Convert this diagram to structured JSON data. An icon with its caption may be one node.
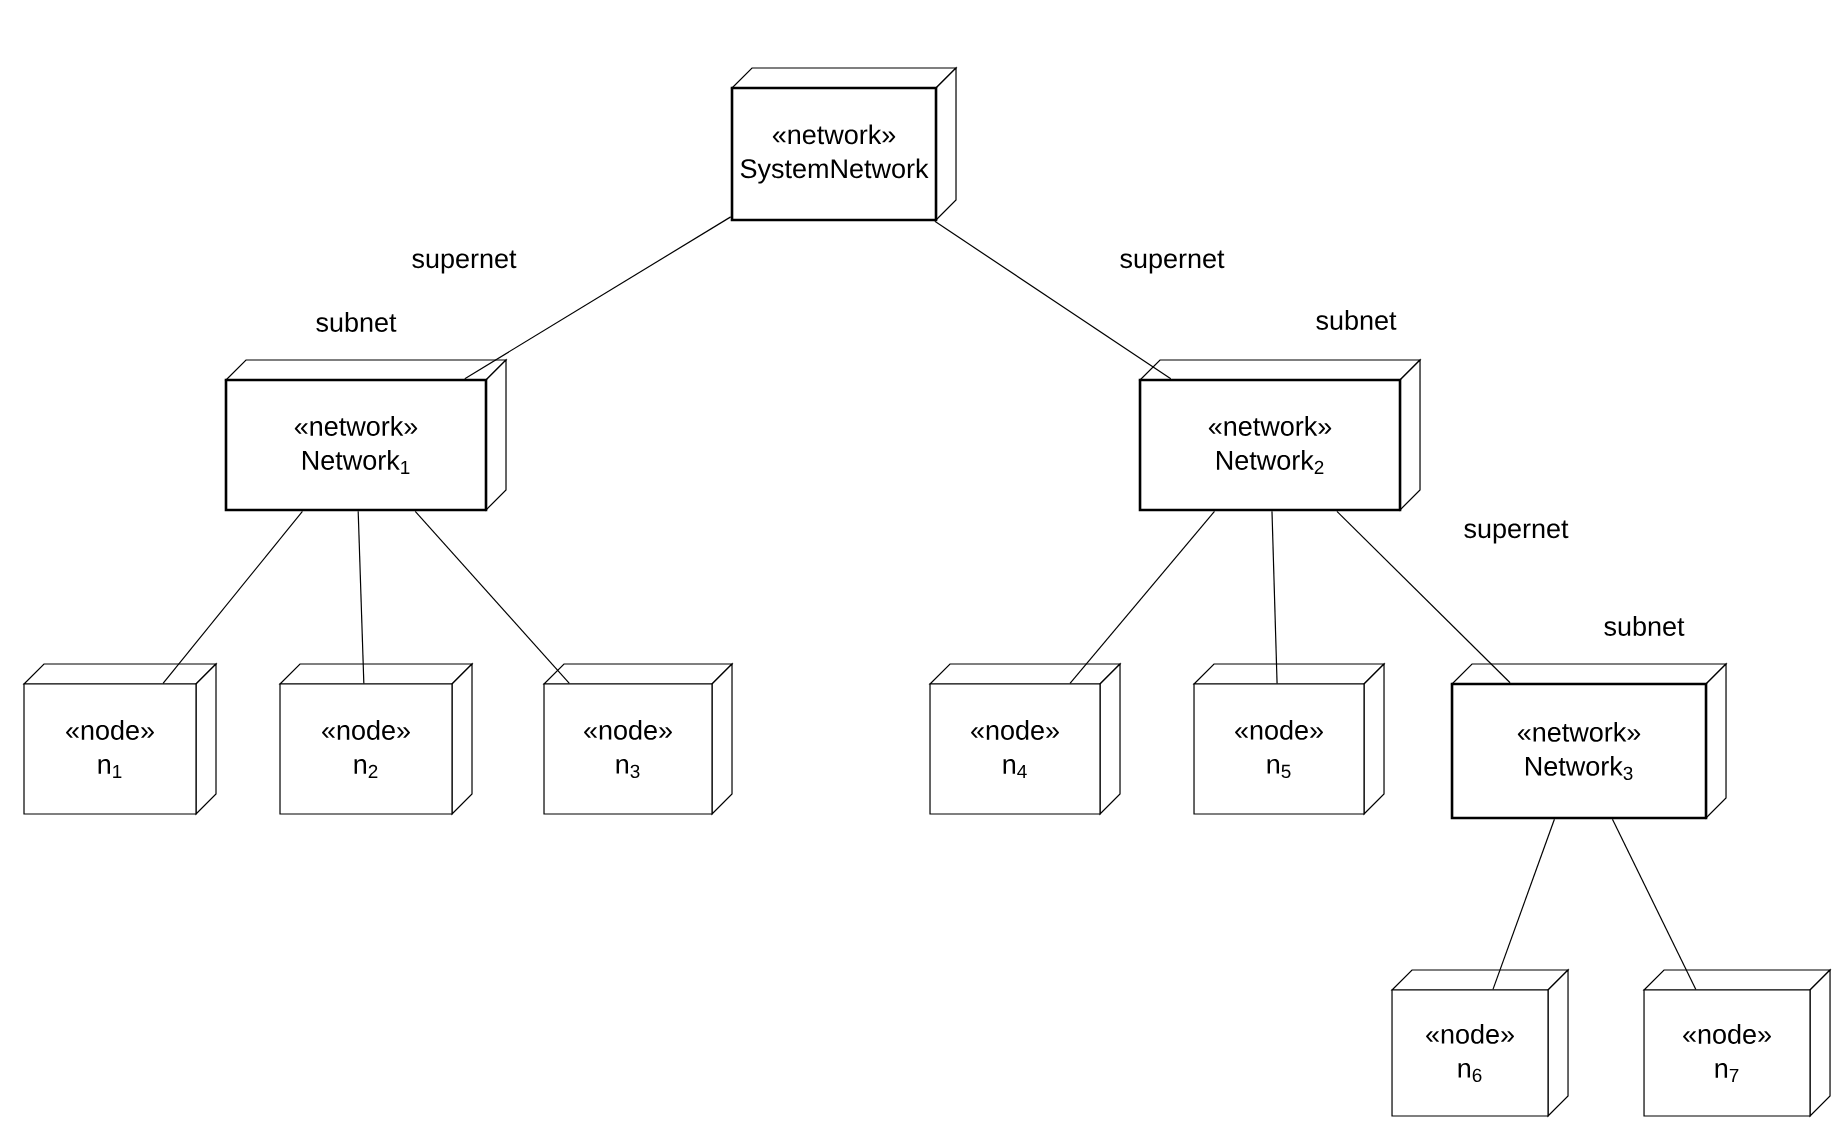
{
  "diagram": {
    "nodes": [
      {
        "text": [
          "«network»",
          "SystemNetwork"
        ]
      },
      {
        "text": [
          "«network»",
          "Network$_{1}$"
        ]
      },
      {
        "text": [
          "«node»",
          "n$_{1}$"
        ]
      },
      {
        "text": [
          "«node»",
          "n$_{2}$"
        ]
      },
      {
        "text": [
          "«node»",
          "n$_{3}$"
        ]
      },
      {
        "text": [
          "«network»",
          "Network$_{2}$"
        ]
      },
      {
        "text": [
          "«node»",
          "n$_{4}$"
        ]
      },
      {
        "text": [
          "«node»",
          "n$_{5}$"
        ]
      },
      {
        "text": [
          "«network»",
          "Network$_{3}$"
        ]
      },
      {
        "text": [
          "«node»",
          "n$_{6}$"
        ]
      },
      {
        "text": [
          "«node»",
          "n$_{7}$"
        ]
      }
    ],
    "edges": [
      {
        "from": 0,
        "to": 1,
        "arrow": "none"
      },
      {
        "from": 0,
        "to": 5,
        "arrow": "none"
      },
      {
        "from": 1,
        "to": 2,
        "arrow": "none"
      },
      {
        "from": 1,
        "to": 3,
        "arrow": "none"
      },
      {
        "from": 1,
        "to": 4,
        "arrow": "none"
      },
      {
        "from": 5,
        "to": 6,
        "arrow": "none"
      },
      {
        "from": 5,
        "to": 7,
        "arrow": "none"
      },
      {
        "from": 5,
        "to": 8,
        "arrow": "none"
      },
      {
        "from": 8,
        "to": 9,
        "arrow": "none"
      },
      {
        "from": 8,
        "to": 10,
        "arrow": "none"
      }
    ],
    "labels": [
      "supernet",
      "supernet",
      "subnet",
      "subnet",
      "supernet",
      "subnet"
    ]
  }
}
